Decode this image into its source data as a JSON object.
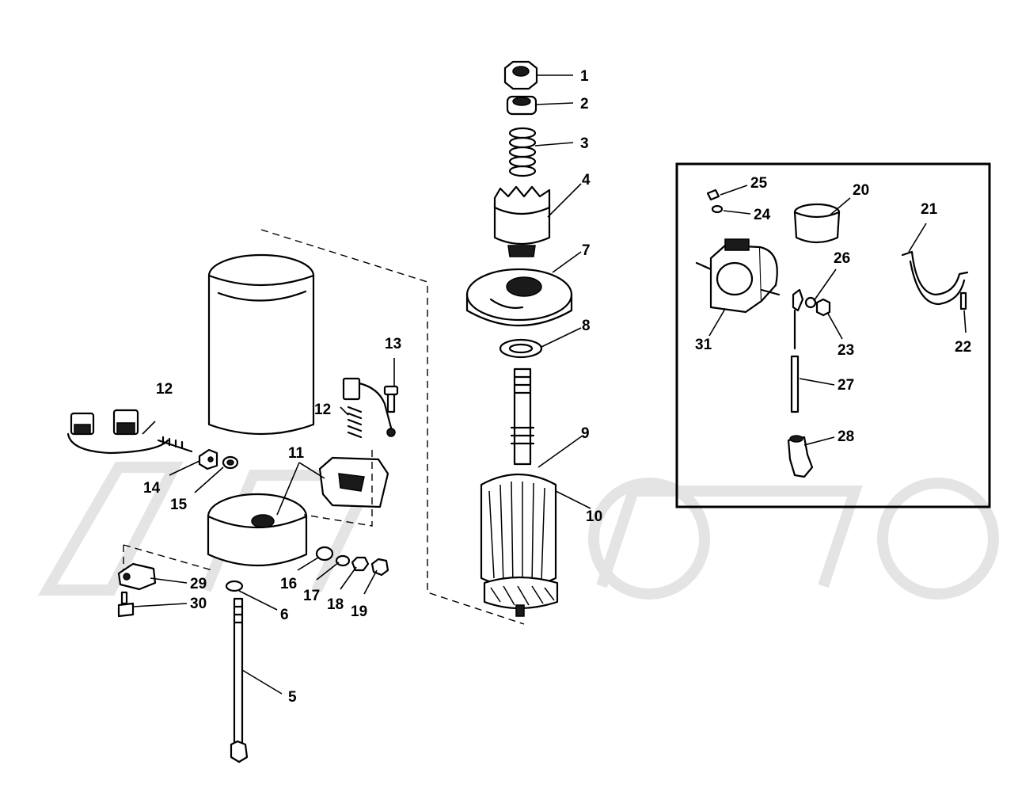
{
  "labels": [
    {
      "id": "l1",
      "text": "1"
    },
    {
      "id": "l2",
      "text": "2"
    },
    {
      "id": "l3",
      "text": "3"
    },
    {
      "id": "l4",
      "text": "4"
    },
    {
      "id": "l7",
      "text": "7"
    },
    {
      "id": "l8",
      "text": "8"
    },
    {
      "id": "l9",
      "text": "9"
    },
    {
      "id": "l10",
      "text": "10"
    },
    {
      "id": "l13",
      "text": "13"
    },
    {
      "id": "l12a",
      "text": "12"
    },
    {
      "id": "l12b",
      "text": "12"
    },
    {
      "id": "l11",
      "text": "11"
    },
    {
      "id": "l14",
      "text": "14"
    },
    {
      "id": "l15",
      "text": "15"
    },
    {
      "id": "l16",
      "text": "16"
    },
    {
      "id": "l17",
      "text": "17"
    },
    {
      "id": "l18",
      "text": "18"
    },
    {
      "id": "l19",
      "text": "19"
    },
    {
      "id": "l29",
      "text": "29"
    },
    {
      "id": "l30",
      "text": "30"
    },
    {
      "id": "l6",
      "text": "6"
    },
    {
      "id": "l5",
      "text": "5"
    },
    {
      "id": "l25",
      "text": "25"
    },
    {
      "id": "l24",
      "text": "24"
    },
    {
      "id": "l20",
      "text": "20"
    },
    {
      "id": "l21",
      "text": "21"
    },
    {
      "id": "l26",
      "text": "26"
    },
    {
      "id": "l23",
      "text": "23"
    },
    {
      "id": "l31",
      "text": "31"
    },
    {
      "id": "l22",
      "text": "22"
    },
    {
      "id": "l27",
      "text": "27"
    },
    {
      "id": "l28",
      "text": "28"
    }
  ]
}
